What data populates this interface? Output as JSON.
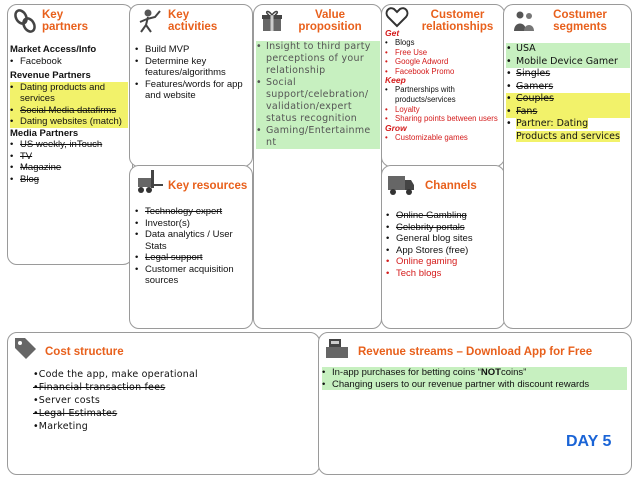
{
  "key_partners": {
    "title_line1": "Key",
    "title_line2": "partners",
    "groups": [
      {
        "heading": "Market Access/Info",
        "items": [
          {
            "text": "Facebook",
            "style": ""
          }
        ]
      },
      {
        "heading": "Revenue Partners",
        "items": [
          {
            "text": "Dating products and services",
            "style": "hl"
          },
          {
            "text": "Social Media datafirms",
            "style": "hl strike"
          },
          {
            "text": "Dating websites (match)",
            "style": "hl"
          }
        ]
      },
      {
        "heading": "Media Partners",
        "items": [
          {
            "text": "US weekly, inTouch",
            "style": "strike"
          },
          {
            "text": "TV",
            "style": "strike"
          },
          {
            "text": "Magazine",
            "style": "strike"
          },
          {
            "text": "Blog",
            "style": "strike"
          }
        ]
      }
    ]
  },
  "key_activities": {
    "title_line1": "Key",
    "title_line2": "activities",
    "items": [
      "Build MVP",
      "Determine key features/algorithms",
      "Features/words for app and website"
    ]
  },
  "key_resources": {
    "title": "Key resources",
    "items": [
      {
        "text": "Technology expert",
        "style": "strike"
      },
      {
        "text": "Investor(s)",
        "style": ""
      },
      {
        "text": "Data analytics / User Stats",
        "style": ""
      },
      {
        "text": "Legal support",
        "style": "strike"
      },
      {
        "text": "Customer acquisition sources",
        "style": ""
      }
    ]
  },
  "value_proposition": {
    "title_line1": "Value",
    "title_line2": "proposition",
    "items": [
      "Insight to third party perceptions of your relationship",
      "Social support/celebration/ validation/expert status recognition",
      "Gaming/Entertainme nt"
    ]
  },
  "customer_relationships": {
    "title_line1": "Customer",
    "title_line2": "relationships",
    "get_label": "Get",
    "get_items": [
      {
        "text": "Blogs",
        "style": ""
      },
      {
        "text": "Free Use",
        "style": "red"
      },
      {
        "text": "Google Adword",
        "style": "red"
      },
      {
        "text": "Facebook Promo",
        "style": "red"
      }
    ],
    "keep_label": "Keep",
    "keep_items": [
      {
        "text": "Partnerships with products/services",
        "style": ""
      },
      {
        "text": "Loyalty",
        "style": "red"
      },
      {
        "text": "Sharing points between users",
        "style": "red"
      }
    ],
    "grow_label": "Grow",
    "grow_items": [
      {
        "text": "Customizable games",
        "style": "red"
      }
    ]
  },
  "channels": {
    "title": "Channels",
    "items": [
      {
        "text": "Online Gambling",
        "style": "strike"
      },
      {
        "text": "Celebrity portals",
        "style": "strike"
      },
      {
        "text": "General blog sites",
        "style": ""
      },
      {
        "text": "App Stores (free)",
        "style": ""
      },
      {
        "text": "Online gaming",
        "style": "red"
      },
      {
        "text": "Tech blogs",
        "style": "red"
      }
    ]
  },
  "customer_segments": {
    "title_line1": "Costumer",
    "title_line2": "segments",
    "items": [
      {
        "text": "USA",
        "style": "hlg"
      },
      {
        "text": "Mobile Device Gamer",
        "style": "hlg"
      },
      {
        "text": "Singles",
        "style": "strike"
      },
      {
        "text": "Gamers",
        "style": "strike"
      },
      {
        "text": "Couples",
        "style": "hl strike"
      },
      {
        "text": "Fans",
        "style": "hl strike"
      },
      {
        "text": "Partner: Dating Products and services",
        "style": "hl"
      }
    ]
  },
  "cost_structure": {
    "title": "Cost structure",
    "items": [
      {
        "text": "•Code the app, make operational",
        "style": ""
      },
      {
        "text": "•Financial transaction fees",
        "style": "strike"
      },
      {
        "text": "•Server costs",
        "style": ""
      },
      {
        "text": "•Legal Estimates",
        "style": "strike"
      },
      {
        "text": "•Marketing",
        "style": ""
      }
    ]
  },
  "revenue_streams": {
    "title": "Revenue streams – Download App for Free",
    "item1_prefix": "In-app purchases for betting coins “",
    "item1_bold": "NOT",
    "item1_suffix": "coins”",
    "item2": "Changing users to our revenue partner with discount rewards"
  },
  "day_label": "DAY 5",
  "colors": {
    "title": "#e8601c",
    "highlight_yellow": "#f2f26a",
    "highlight_green": "#c7f0c0",
    "red_text": "#d41c1c",
    "day": "#1a64d6"
  }
}
